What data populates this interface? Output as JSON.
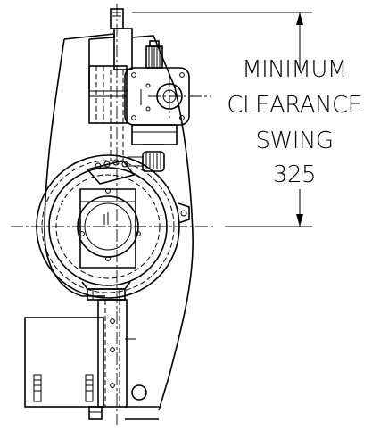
{
  "dimension_note": {
    "line1": "MINIMUM",
    "line2": "CLEARANCE",
    "line3": "SWING",
    "value": "325"
  }
}
